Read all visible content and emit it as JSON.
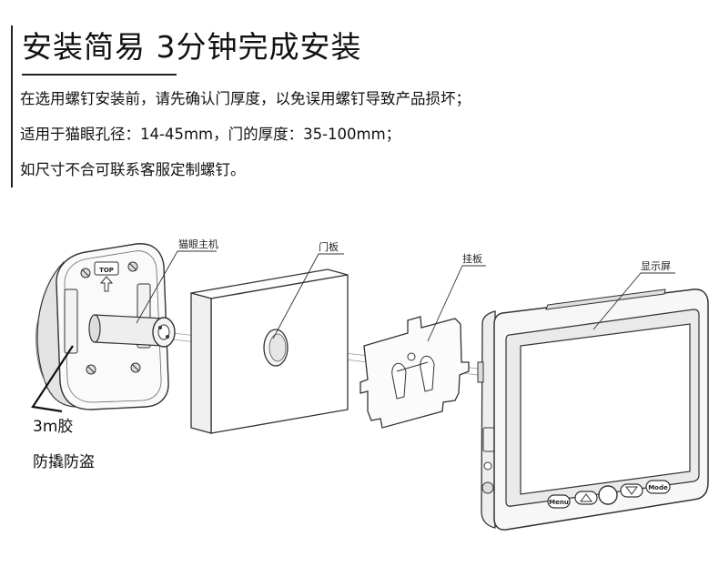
{
  "header": {
    "title": "安装简易 3分钟完成安装",
    "lines": [
      "在选用螺钉安装前，请先确认门厚度，以免误用螺钉导致产品损坏；",
      "适用于猫眼孔径：14-45mm，门的厚度：35-100mm；",
      "如尺寸不合可联系客服定制螺钉。"
    ]
  },
  "diagram": {
    "labels": {
      "main_unit": "猫眼主机",
      "door_panel": "门板",
      "hanging_plate": "挂板",
      "display": "显示屏",
      "glue_line1": "3m胶",
      "glue_line2": "防撬防盗",
      "top_mark": "TOP",
      "btn_menu": "Menu",
      "btn_mode": "Mode"
    }
  }
}
